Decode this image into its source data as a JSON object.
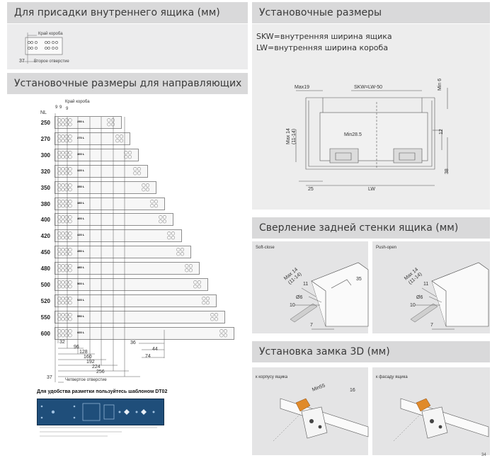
{
  "sections": {
    "inner_drawer": {
      "title": "Для присадки внутреннего ящика (мм)",
      "edge_label": "Край короба",
      "second_hole_label": "Второе отверстие",
      "offset": "37"
    },
    "rail_mounting": {
      "title": "Установочные размеры для направляющих (мм)",
      "edge_label": "Край короба",
      "top_dims": [
        "9",
        "9",
        "9"
      ],
      "nl_header": "NL",
      "rows": [
        {
          "nl": "250",
          "tag": "250 L"
        },
        {
          "nl": "270",
          "tag": "270 L"
        },
        {
          "nl": "300",
          "tag": "300 L"
        },
        {
          "nl": "320",
          "tag": "320 L"
        },
        {
          "nl": "350",
          "tag": "350 L"
        },
        {
          "nl": "380",
          "tag": "380 L"
        },
        {
          "nl": "400",
          "tag": "400 L"
        },
        {
          "nl": "420",
          "tag": "420 L"
        },
        {
          "nl": "450",
          "tag": "450 L"
        },
        {
          "nl": "480",
          "tag": "480 L"
        },
        {
          "nl": "500",
          "tag": "500 L"
        },
        {
          "nl": "520",
          "tag": "520 L"
        },
        {
          "nl": "550",
          "tag": "550 L"
        },
        {
          "nl": "600",
          "tag": "600 L"
        }
      ],
      "dims_left": [
        "32",
        "96",
        "128",
        "160",
        "192",
        "224",
        "256"
      ],
      "dims_right": [
        "36",
        "44",
        "74"
      ],
      "offset": "37",
      "fourth_hole_label": "Четвертое отверстие",
      "template_note": "Для удобства разметки пользуйтесь шаблоном DT02"
    },
    "install_dims": {
      "title": "Установочные размеры",
      "line1": "SKW=внутренняя ширина ящика",
      "line2": "LW=внутренняя ширина короба",
      "labels": {
        "max19": "Max19",
        "skw": "SKW=LW-50",
        "min6": "Min 6",
        "max14": "Max 14",
        "range": "(11-14)",
        "min285": "Min28.5",
        "d12": "12",
        "d38": "38",
        "d25": "25",
        "lw": "LW"
      }
    },
    "back_drilling": {
      "title": "Сверление задней стенки ящика (мм)",
      "left": {
        "label": "Soft-close",
        "max14": "Max 14",
        "range": "(11-14)",
        "d35": "35",
        "d11": "11",
        "phi6": "Ø6",
        "d10": "10",
        "d7": "7"
      },
      "right": {
        "label": "Push-open",
        "max14": "Max 14",
        "range": "(11-14)",
        "d11": "11",
        "phi6": "Ø6",
        "d10": "10",
        "d7": "7"
      }
    },
    "lock_3d": {
      "title": "Установка замка 3D (мм)",
      "left": {
        "label": "к корпусу ящика",
        "min55": "Min55",
        "d16": "16"
      },
      "right": {
        "label": "к фасаду ящика"
      }
    }
  },
  "page_number": "34",
  "colors": {
    "header_bg": "#d9d9da",
    "panel_bg": "#e4e4e5",
    "template_blue": "#1f4e7a",
    "accent_orange": "#e08a2a"
  }
}
